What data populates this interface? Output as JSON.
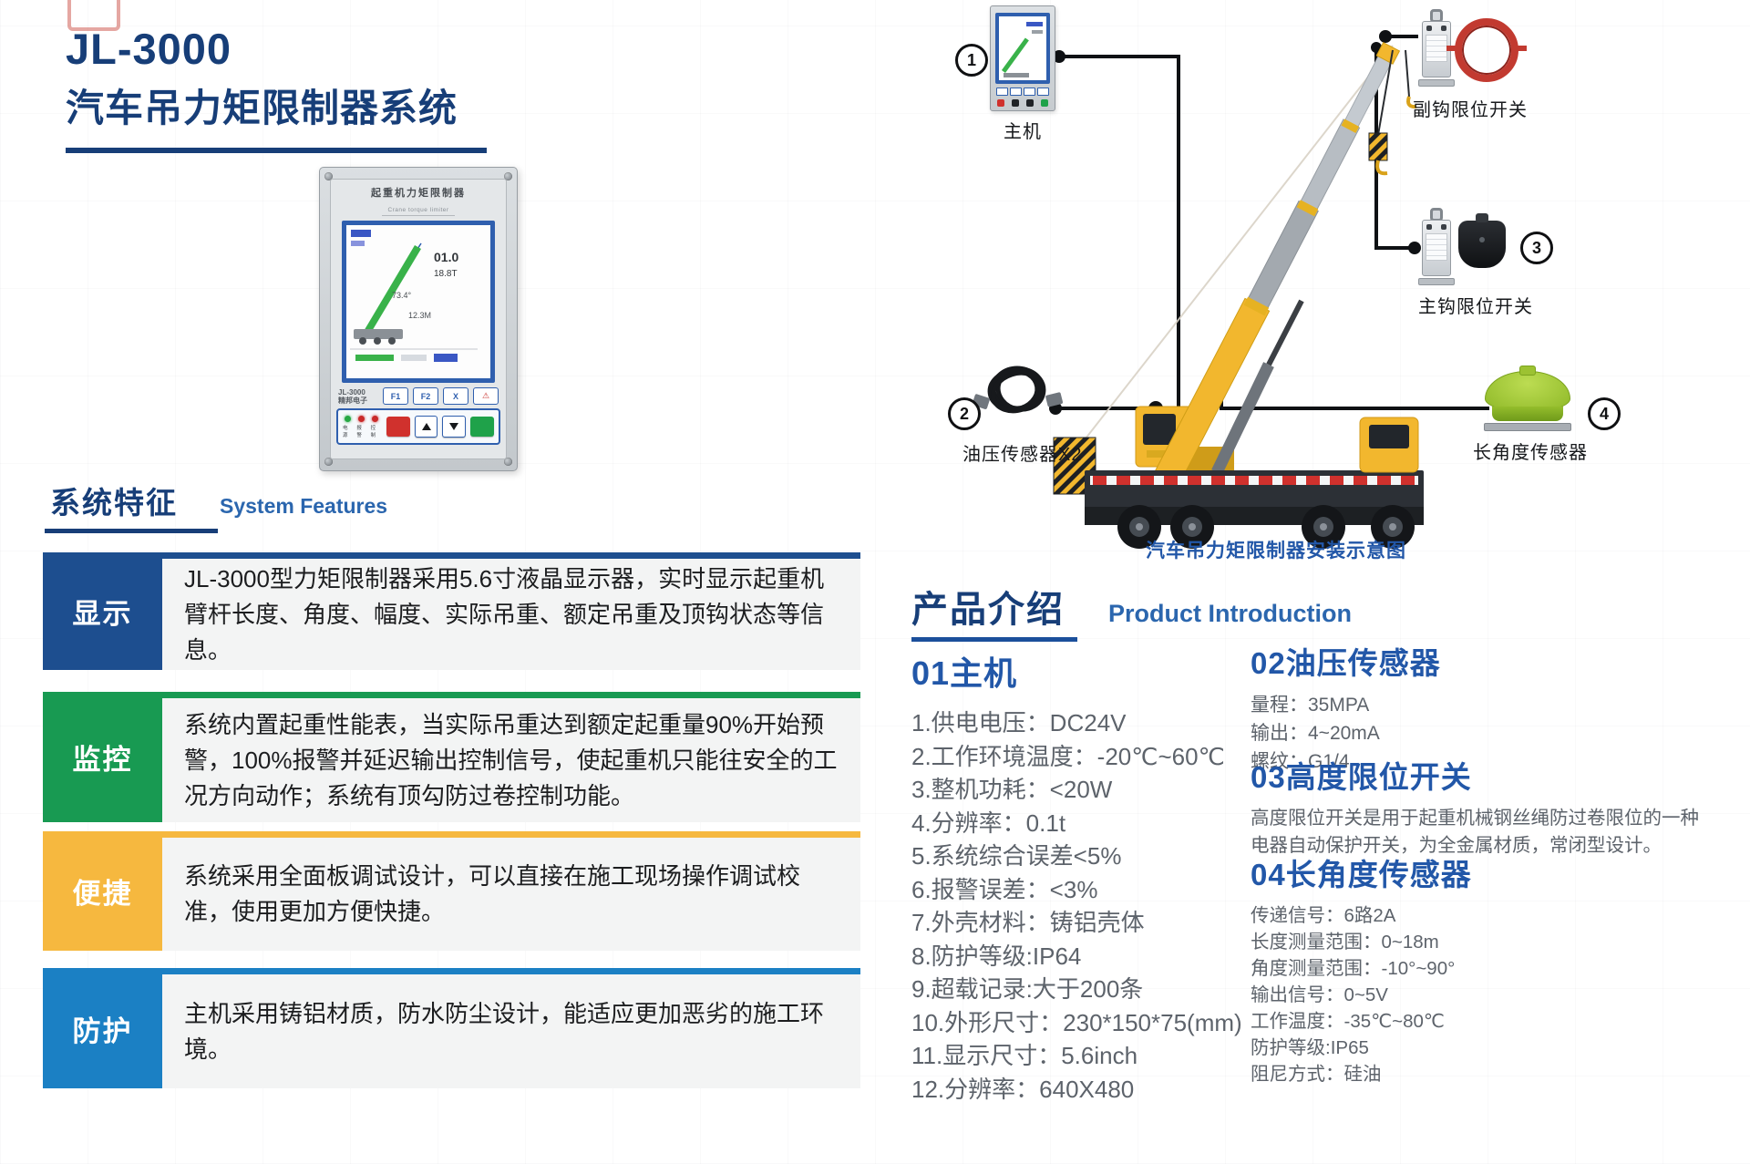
{
  "header": {
    "model": "JL-3000",
    "title": "汽车吊力矩限制器系统"
  },
  "colors": {
    "navy": "#173e78",
    "heading_blue": "#2257a8",
    "english_blue": "#2b66ae",
    "spec_text_gray": "#5d636b",
    "feature_display": "#1d4e8f",
    "feature_monitor": "#189a52",
    "feature_convenient": "#f6b83f",
    "feature_protect": "#1b80c4"
  },
  "device_panel": {
    "header_zh": "起重机力矩限制器",
    "header_en": "Crane torque limiter",
    "screen": {
      "load_main": "01.0",
      "load_sub": "18.8T",
      "angle": "73.4°",
      "radius": "12.3M"
    },
    "brand_model": "JL-3000",
    "brand_name": "精邦电子",
    "keys": [
      "F1",
      "F2",
      "X",
      "⚠"
    ],
    "led_labels": [
      "电源",
      "报警",
      "控制"
    ]
  },
  "system_features": {
    "heading_zh": "系统特征",
    "heading_en": "System Features",
    "items": [
      {
        "badge": "显示",
        "color": "#1d4e8f",
        "text": "JL-3000型力矩限制器采用5.6寸液晶显示器，实时显示起重机臂杆长度、角度、幅度、实际吊重、额定吊重及顶钩状态等信息。"
      },
      {
        "badge": "监控",
        "color": "#189a52",
        "text": "系统内置起重性能表，当实际吊重达到额定起重量90%开始预警，100%报警并延迟输出控制信号，使起重机只能往安全的工况方向动作；系统有顶勾防过卷控制功能。"
      },
      {
        "badge": "便捷",
        "color": "#f6b83f",
        "text": "系统采用全面板调试设计，可以直接在施工现场操作调试校准，使用更加方便快捷。"
      },
      {
        "badge": "防护",
        "color": "#1b80c4",
        "text": "主机采用铸铝材质，防水防尘设计，能适应更加恶劣的施工环境。"
      }
    ]
  },
  "diagram": {
    "caption": "汽车吊力矩限制器安装示意图",
    "host": {
      "num": "1",
      "label": "主机"
    },
    "oil_sensor": {
      "num": "2",
      "label": "油压传感器X2"
    },
    "main_hook": {
      "num": "3",
      "label": "主钩限位开关"
    },
    "aux_hook": {
      "label": "副钩限位开关"
    },
    "length_angle": {
      "num": "4",
      "label": "长角度传感器"
    }
  },
  "product_intro": {
    "heading_zh": "产品介绍",
    "heading_en": "Product Introduction",
    "sec1": {
      "title": "01主机",
      "lines": [
        "1.供电电压：DC24V",
        "2.工作环境温度：-20℃~60℃",
        "3.整机功耗：<20W",
        "4.分辨率：0.1t",
        "5.系统综合误差<5%",
        "6.报警误差：<3%",
        "7.外壳材料：铸铝壳体",
        "8.防护等级:IP64",
        "9.超载记录:大于200条",
        "10.外形尺寸：230*150*75(mm)",
        "11.显示尺寸：5.6inch",
        "12.分辨率：640X480"
      ]
    },
    "sec2": {
      "title": "02油压传感器",
      "lines": [
        "量程：35MPA",
        "输出：4~20mA",
        "螺纹：G1/4"
      ]
    },
    "sec3": {
      "title": "03高度限位开关",
      "desc": "高度限位开关是用于起重机械钢丝绳防过卷限位的一种电器自动保护开关，为全金属材质，常闭型设计。"
    },
    "sec4": {
      "title": "04长角度传感器",
      "lines": [
        "传递信号：6路2A",
        "长度测量范围：0~18m",
        "角度测量范围：-10°~90°",
        "输出信号：0~5V",
        "工作温度：-35℃~80℃",
        "防护等级:IP65",
        "阻尼方式：硅油"
      ]
    }
  }
}
